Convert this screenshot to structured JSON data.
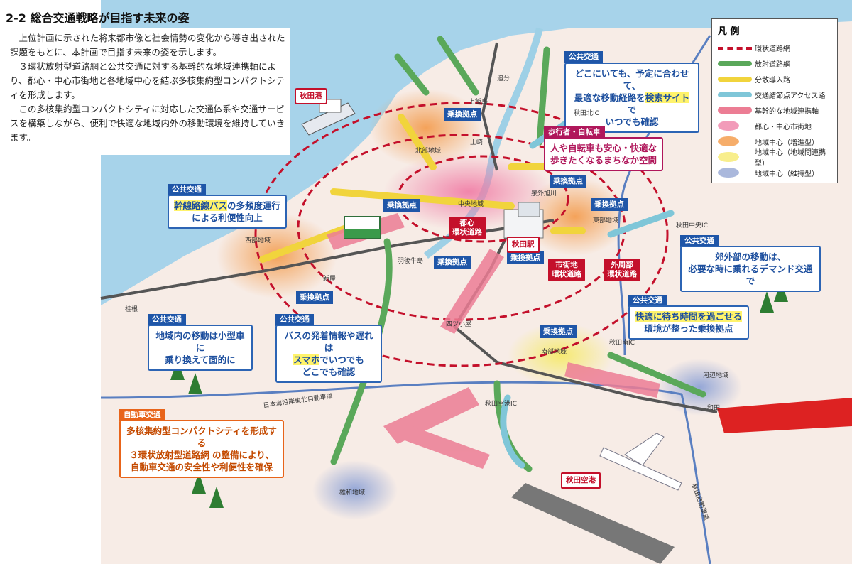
{
  "heading": "2-2 総合交通戦略が目指す未来の姿",
  "intro": [
    "上位計画に示された将来都市像と社会情勢の変化から導き出された課題をもとに、本計画で目指す未来の姿を示します。",
    "３環状放射型道路網と公共交通に対する基幹的な地域連携軸により、都心・中心市街地と各地域中心を結ぶ多核集約型コンパクトシティを形成します。",
    "この多核集約型コンパクトシティに対応した交通体系や交通サービスを構築しながら、便利で快適な地域内外の移動環境を維持していきます。"
  ],
  "legend": {
    "title": "凡 例",
    "items": [
      {
        "label": "環状道路網",
        "color": "#c4102b"
      },
      {
        "label": "放射道路網",
        "color": "#5aa85a"
      },
      {
        "label": "分散導入路",
        "color": "#f1d43c"
      },
      {
        "label": "交通結節点アクセス路",
        "color": "#7fc6d8"
      },
      {
        "label": "基幹的な地域連携軸",
        "color": "#ec7d94"
      },
      {
        "label": "都心・中心市街地",
        "color": "#f29bb9"
      },
      {
        "label": "地域中心（増進型）",
        "color": "#f6ad6a"
      },
      {
        "label": "地域中心（地域間連携型）",
        "color": "#f8ee8c"
      },
      {
        "label": "地域中心（維持型）",
        "color": "#aab8dc"
      }
    ]
  },
  "callouts": {
    "pt_search": {
      "tag": "公共交通",
      "lines": [
        "どこにいても、予定に合わせて、",
        "最適な移動経路を",
        "検索サイト",
        "で",
        "いつでも確認"
      ]
    },
    "walk": {
      "tag": "歩行者・自転車",
      "lines": [
        "人や自転車も安心・快適な",
        "歩きたくなるまちなか空間"
      ]
    },
    "trunk_bus": {
      "tag": "公共交通",
      "line1_hl": "幹線路線バス",
      "line1_rest": "の多頻度運行",
      "line2": "による利便性向上"
    },
    "demand": {
      "tag": "公共交通",
      "lines": [
        "郊外部の移動は、",
        "必要な時に乗れるデマンド交通で"
      ]
    },
    "wait": {
      "tag": "公共交通",
      "line1": "快適に待ち時間を過ごせる",
      "line2": "環境が整った乗換拠点"
    },
    "small_car": {
      "tag": "公共交通",
      "lines": [
        "地域内の移動は小型車に",
        "乗り換えて面的に"
      ]
    },
    "smartphone": {
      "tag": "公共交通",
      "line1": "バスの発着情報や遅れは",
      "line2_hl": "スマホ",
      "line2_rest": "でいつでも",
      "line3": "どこでも確認"
    },
    "car": {
      "tag": "自動車交通",
      "lines": [
        "多核集約型コンパクトシティを形成する",
        "３環状放射型道路網 の整備により、",
        "自動車交通の安全性や利便性を確保"
      ]
    }
  },
  "hubs": [
    "乗換拠点",
    "乗換拠点",
    "乗換拠点",
    "乗換拠点",
    "乗換拠点",
    "乗換拠点",
    "乗換拠点",
    "乗換拠点"
  ],
  "ring_labels": {
    "inner": [
      "都心",
      "環状道路"
    ],
    "middle": [
      "市街地",
      "環状道路"
    ],
    "outer": [
      "外周部",
      "環状道路"
    ]
  },
  "places": {
    "akita_port": "秋田港",
    "akita_station": "秋田駅",
    "akita_airport": "秋田空港",
    "north_area": "北部地域",
    "west_area": "西部地域",
    "east_area": "東部地域",
    "south_area": "南部地域",
    "central_area": "中央地域",
    "kawabe_area": "河辺地域",
    "yuwa_area": "雄和地域",
    "oiwake": "追分",
    "kamiiijima": "上飯島",
    "tsuchizaki": "土崎",
    "izumisotoasahikawa": "泉外旭川",
    "ushijima": "羽後牛島",
    "araya": "新屋",
    "katsurane": "桂根",
    "yotsugoya": "四ツ小屋",
    "wada": "和田",
    "ic_north": "秋田北IC",
    "ic_central": "秋田中央IC",
    "ic_south": "秋田南IC",
    "ic_airport": "秋田空港IC",
    "expressway_coast": "日本海沿岸東北自動車道",
    "expressway_akita": "秋田自動車道"
  }
}
